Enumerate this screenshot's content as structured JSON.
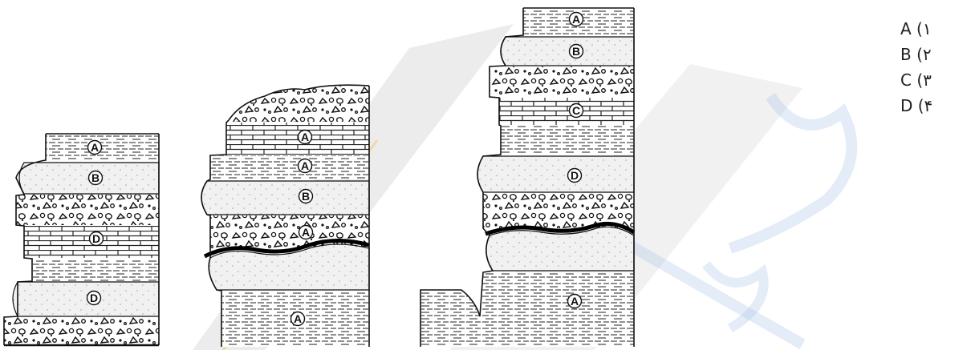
{
  "columns": [
    {
      "id": "col1",
      "units": [
        {
          "letter": "A"
        },
        {
          "letter": "B"
        },
        {
          "letter": ""
        },
        {
          "letter": "D"
        },
        {
          "letter": ""
        },
        {
          "letter": "D"
        },
        {
          "letter": ""
        }
      ]
    },
    {
      "id": "col2",
      "units": [
        {
          "letter": ""
        },
        {
          "letter": "A"
        },
        {
          "letter": "A"
        },
        {
          "letter": "B"
        },
        {
          "letter": "A"
        },
        {
          "letter": ""
        },
        {
          "letter": "A"
        }
      ]
    },
    {
      "id": "col3",
      "units": [
        {
          "letter": "A"
        },
        {
          "letter": "B"
        },
        {
          "letter": ""
        },
        {
          "letter": "C"
        },
        {
          "letter": "D"
        },
        {
          "letter": ""
        },
        {
          "letter": "A"
        }
      ]
    }
  ],
  "options": [
    {
      "text": "A (۱"
    },
    {
      "text": "B (۲"
    },
    {
      "text": "C (۳"
    },
    {
      "text": "D (۴"
    }
  ],
  "colors": {
    "ink": "#111111",
    "sand_fill": "#f1f1f1",
    "watermark_blue": "#a9c4e6",
    "watermark_yellow": "#f3d49a"
  }
}
